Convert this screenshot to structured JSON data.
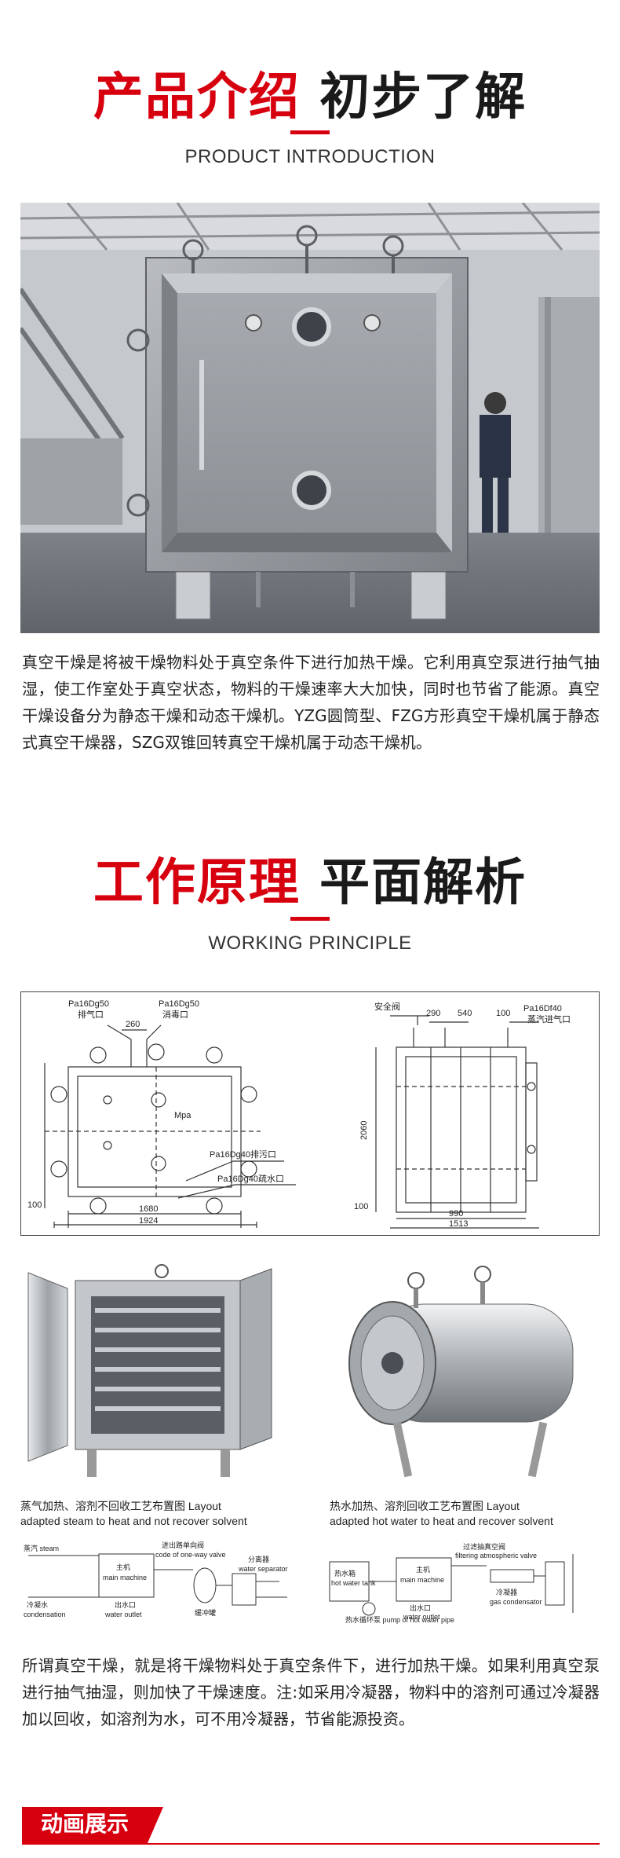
{
  "intro": {
    "title_red": "产品介绍",
    "title_dark": "初步了解",
    "subtitle": "PRODUCT INTRODUCTION",
    "paragraph": "真空干燥是将被干燥物料处于真空条件下进行加热干燥。它利用真空泵进行抽气抽湿，使工作室处于真空状态，物料的干燥速率大大加快，同时也节省了能源。真空干燥设备分为静态干燥和动态干燥机。YZG圆筒型、FZG方形真空干燥机属于静态式真空干燥器，SZG双锥回转真空干燥机属于动态干燥机。"
  },
  "principle": {
    "title_red": "工作原理",
    "title_dark": "平面解析",
    "subtitle": "WORKING PRINCIPLE",
    "drawing": {
      "labels": {
        "pa50_exhaust": "Pa16Dg50",
        "exhaust_port": "排气口",
        "pa50_muffler": "Pa16Dg50",
        "muffler_port": "消毒口",
        "dim_260": "260",
        "mpa": "Mpa",
        "pa40_drain": "Pa16Dg40排污口",
        "pa40_water": "Pa16Dg40疏水口",
        "dim_100": "100",
        "dim_1680": "1680",
        "dim_1924": "1924",
        "safety_valve": "安全阀",
        "dim_290": "290",
        "dim_540": "540",
        "dim_100b": "100",
        "pa_df40": "Pa16Df40",
        "steam_inlet": "蒸汽进气口",
        "dim_2060": "2060",
        "dim_100c": "100",
        "dim_990": "990",
        "dim_1513": "1513"
      }
    },
    "layout_left": {
      "line1": "蒸气加热、溶剂不回收工艺布置图 Layout",
      "line2": "adapted steam to heat and not recover solvent"
    },
    "layout_right": {
      "line1": "热水加热、溶剂回收工艺布置图 Layout",
      "line2": "adapted hot water to heat and recover solvent"
    },
    "flow_left": {
      "steam": "蒸汽 steam",
      "main": "主机",
      "main_en": "main machine",
      "cond": "冷凝水",
      "cond_en": "condensation",
      "water_outlet": "出水口",
      "water_outlet_en": "water outlet",
      "oneway": "进出路单向阀",
      "oneway_en": "code of one-way valve",
      "separator": "分离器",
      "separator_en": "water separator",
      "buffer": "缓冲罐"
    },
    "flow_right": {
      "main": "主机",
      "main_en": "main machine",
      "hot_tank": "热水箱",
      "hot_tank_en": "hot water tank",
      "outlet": "出水口",
      "outlet_en": "water outlet",
      "filter": "过滤抽真空阀",
      "filter_en": "filtering atmospheric valve",
      "condenser": "冷凝器",
      "condenser_en": "gas condensator",
      "pump": "热水循环泵 pump of hot water pipe"
    },
    "paragraph": "所谓真空干燥，就是将干燥物料处于真空条件下，进行加热干燥。如果利用真空泵进行抽气抽湿，则加快了干燥速度。注:如采用冷凝器，物料中的溶剂可通过冷凝器加以回收，如溶剂为水，可不用冷凝器，节省能源投资。"
  },
  "animation": {
    "banner": "动画展示"
  },
  "colors": {
    "accent": "#d7000f",
    "text": "#222222"
  }
}
